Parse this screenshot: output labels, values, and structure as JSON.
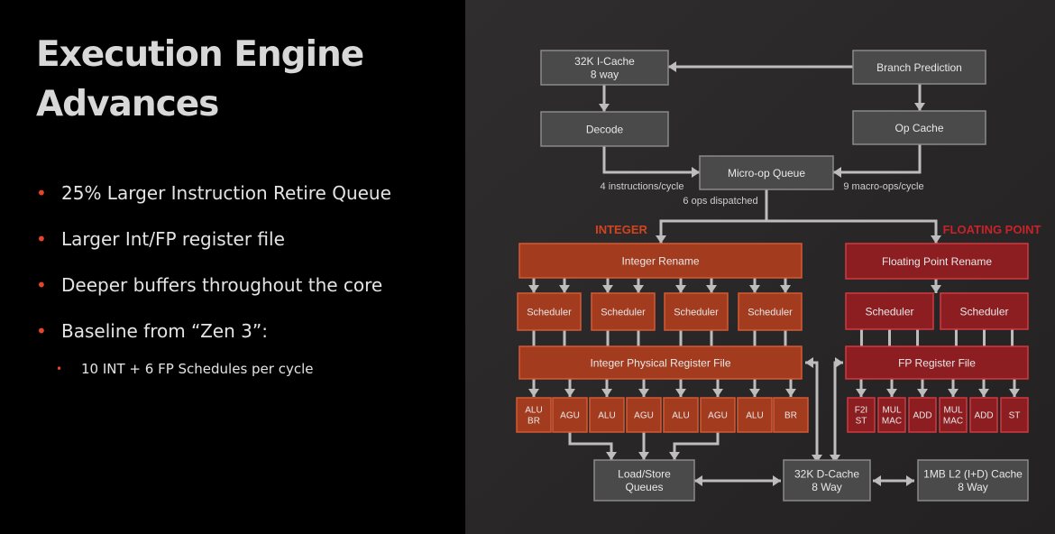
{
  "slide": {
    "title_line1": "Execution Engine",
    "title_line2": "Advances",
    "bullets": [
      "25% Larger Instruction Retire Queue",
      "Larger Int/FP register file",
      "Deeper buffers throughout the core",
      "Baseline from “Zen 3”:"
    ],
    "sub_bullets": [
      "10 INT + 6 FP Schedules per cycle"
    ],
    "bullet_glyph": "•"
  },
  "diagram": {
    "icache": [
      "32K I-Cache",
      "8 way"
    ],
    "branch_prediction": "Branch Prediction",
    "decode": "Decode",
    "op_cache": "Op Cache",
    "micro_op_queue": "Micro-op Queue",
    "label_4_instr": "4 instructions/cycle",
    "label_9_macro": "9 macro-ops/cycle",
    "label_6_ops": "6 ops dispatched",
    "integer_heading": "INTEGER",
    "fp_heading": "FLOATING POINT",
    "integer_rename": "Integer Rename",
    "fp_rename": "Floating Point Rename",
    "scheduler": "Scheduler",
    "int_prf": "Integer Physical Register File",
    "fp_rf": "FP Register File",
    "int_units": [
      [
        "ALU",
        "BR"
      ],
      [
        "AGU"
      ],
      [
        "ALU"
      ],
      [
        "AGU"
      ],
      [
        "ALU"
      ],
      [
        "AGU"
      ],
      [
        "ALU"
      ],
      [
        "BR"
      ]
    ],
    "fp_units": [
      [
        "F2I",
        "ST"
      ],
      [
        "MUL",
        "MAC"
      ],
      [
        "ADD"
      ],
      [
        "MUL",
        "MAC"
      ],
      [
        "ADD"
      ],
      [
        "ST"
      ]
    ],
    "load_store": [
      "Load/Store",
      "Queues"
    ],
    "dcache": [
      "32K D-Cache",
      "8 Way"
    ],
    "l2cache": [
      "1MB L2 (I+D) Cache",
      "8 Way"
    ],
    "colors": {
      "gray_box": "#4a4a4a",
      "int_box": "#a33b1f",
      "fp_box": "#8c1d21",
      "heading_int": "#d4431f",
      "heading_fp": "#c8232a"
    }
  }
}
